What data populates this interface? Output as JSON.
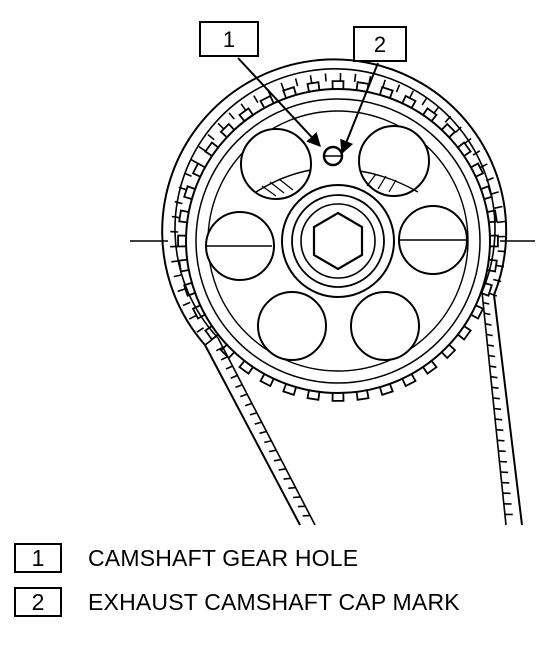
{
  "callouts": [
    {
      "number": "1",
      "label": "CAMSHAFT GEAR HOLE"
    },
    {
      "number": "2",
      "label": "EXHAUST CAMSHAFT CAP MARK"
    }
  ],
  "colors": {
    "ink": "#000000",
    "paper": "#ffffff"
  }
}
